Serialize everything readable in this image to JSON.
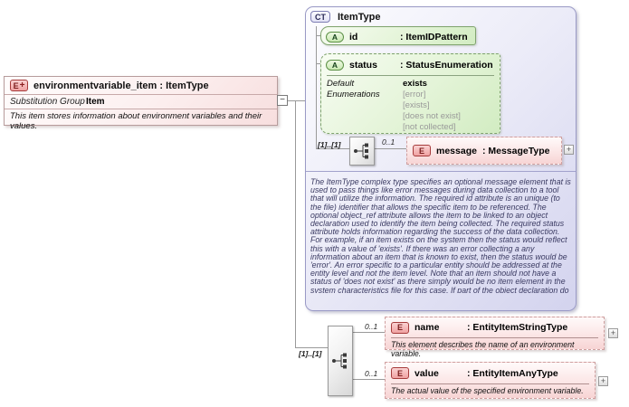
{
  "diagram": {
    "element": {
      "badge": "E",
      "badge_plus": "+",
      "title": "environmentvariable_item : ItemType",
      "substitution_group_label": "Substitution Group",
      "substitution_group_value": "Item",
      "description": "This item stores information about environment variables and their values."
    },
    "collapse_toggle": "−",
    "complex_type": {
      "badge": "CT",
      "name": "ItemType",
      "attributes": [
        {
          "badge": "A",
          "name": "id",
          "type": ": ItemIDPattern"
        },
        {
          "badge": "A",
          "name": "status",
          "type": ": StatusEnumeration",
          "default_label": "Default",
          "default_value": "exists",
          "enumerations_label": "Enumerations",
          "enumerations": [
            "[error]",
            "[exists]",
            "[does not exist]",
            "[not collected]"
          ]
        }
      ],
      "sequence_cardinality": "[1]..[1]",
      "message": {
        "cardinality": "0..1",
        "badge": "E",
        "name": "message",
        "type": ": MessageType",
        "expand": "+"
      },
      "documentation": "The ItemType complex type specifies an optional message element that is used to pass things like error messages during data collection to a tool that will utilize the information. The required id attribute is an unique (to the file) identifier that allows the specific item to be referenced. The optional object_ref attribute allows the item to be linked to an object declaration used to identify the item being collected. The required status attribute holds information regarding the success of the data collection. For example, if an item exists on the system then the status would reflect this with a value of 'exists'. If there was an error collecting a any information about an item that is known to exist, then the status would be 'error'. An error specific to a particular entity should be addressed at the entity level and not the item level. Note that an item should not have a status of 'does not exist' as there simply would be no item element in the system characteristics file for this case. If part of the object declaration do"
    },
    "extension_sequence": {
      "cardinality": "[1]..[1]",
      "elements": [
        {
          "cardinality": "0..1",
          "badge": "E",
          "name": "name",
          "type": ": EntityItemStringType",
          "description": "This element describes the name of an environment variable.",
          "expand": "+"
        },
        {
          "cardinality": "0..1",
          "badge": "E",
          "name": "value",
          "type": ": EntityItemAnyType",
          "description": "The actual value of the specified environment variable.",
          "expand": "+"
        }
      ]
    },
    "colors": {
      "element_fill": "#f7d4d4",
      "element_border": "#cf9f9f",
      "attribute_fill": "#d2ecc2",
      "attribute_border": "#7fa36d",
      "complex_type_fill": "#d3d3ee",
      "complex_type_border": "#9a9ac6"
    }
  }
}
